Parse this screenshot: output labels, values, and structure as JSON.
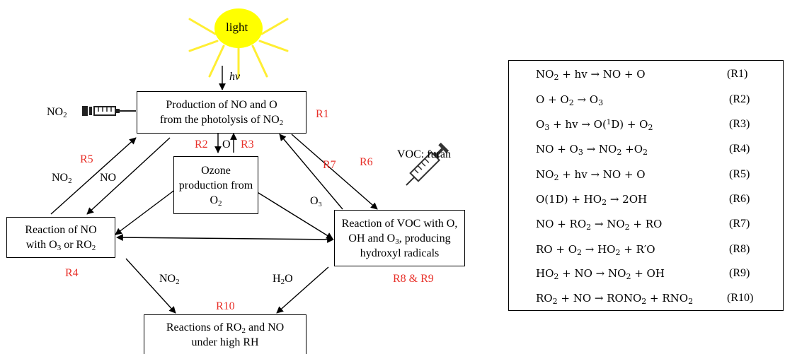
{
  "sun": {
    "label": "light"
  },
  "arrows": {
    "hv": "hv",
    "o": "O",
    "o3": "O₃"
  },
  "boxes": {
    "photolysis": {
      "line1": "Production of NO and O",
      "line2_pre": "from the photolysis of  NO",
      "line2_sub": "2"
    },
    "ozone": {
      "line1": "Ozone",
      "line2": "production from",
      "line3": "O",
      "line3_sub": "2"
    },
    "no_reaction": {
      "line1": "Reaction of NO",
      "line2_pre": "with O",
      "line2_sub1": "3",
      "line2_mid": " or RO",
      "line2_sub2": "2"
    },
    "voc_reaction": {
      "line1": "Reaction of VOC with O,",
      "line2_pre": "OH and O",
      "line2_sub": "3",
      "line2_post": ", producing",
      "line3": "hydroxyl radicals"
    },
    "high_rh": {
      "line1_pre": "Reactions of RO",
      "line1_sub": "2",
      "line1_post": " and NO",
      "line2": "under high RH"
    }
  },
  "labels": {
    "no2_source": {
      "pre": "NO",
      "sub": "2"
    },
    "voc_source": "VOC: furan",
    "no2_left": {
      "pre": "NO",
      "sub": "2"
    },
    "no_left": "NO",
    "no2_down": {
      "pre": "NO",
      "sub": "2"
    },
    "h2o_down": {
      "pre": "H",
      "sub": "2",
      "post": "O"
    }
  },
  "reaction_tags": [
    "R1",
    "R2",
    "R3",
    "R4",
    "R5",
    "R6",
    "R7",
    "R8 & R9",
    "R10"
  ],
  "colors": {
    "tag_red": "#e8312a",
    "sun_yellow": "#ffff00",
    "ray_yellow": "#ffee33"
  },
  "reactions": [
    {
      "id": "(R1)",
      "parts": [
        [
          "NO"
        ],
        [
          "2",
          "sub"
        ],
        [
          " + hv → NO + O"
        ]
      ]
    },
    {
      "id": "(R2)",
      "parts": [
        [
          "O + O"
        ],
        [
          "2",
          "sub"
        ],
        [
          " → O"
        ],
        [
          "3",
          "sub"
        ]
      ]
    },
    {
      "id": "(R3)",
      "parts": [
        [
          "O"
        ],
        [
          "3",
          "sub"
        ],
        [
          " + hv → O("
        ],
        [
          "1",
          "sup"
        ],
        [
          "D) + O"
        ],
        [
          "2",
          "sub"
        ]
      ]
    },
    {
      "id": "(R4)",
      "parts": [
        [
          "NO + O"
        ],
        [
          "3",
          "sub"
        ],
        [
          " → NO"
        ],
        [
          "2",
          "sub"
        ],
        [
          " +O"
        ],
        [
          "2",
          "sub"
        ]
      ]
    },
    {
      "id": "(R5)",
      "parts": [
        [
          "NO"
        ],
        [
          "2",
          "sub"
        ],
        [
          " + hv → NO + O"
        ]
      ]
    },
    {
      "id": "(R6)",
      "parts": [
        [
          "O(1D) + HO"
        ],
        [
          "2",
          "sub"
        ],
        [
          " → 2OH"
        ]
      ]
    },
    {
      "id": "(R7)",
      "parts": [
        [
          "NO + RO"
        ],
        [
          "2",
          "sub"
        ],
        [
          " → NO"
        ],
        [
          "2",
          "sub"
        ],
        [
          " + RO"
        ]
      ]
    },
    {
      "id": "(R8)",
      "parts": [
        [
          "RO + O"
        ],
        [
          "2",
          "sub"
        ],
        [
          " → HO"
        ],
        [
          "2",
          "sub"
        ],
        [
          " + R′O"
        ]
      ]
    },
    {
      "id": "(R9)",
      "parts": [
        [
          "HO"
        ],
        [
          "2",
          "sub"
        ],
        [
          " + NO → NO"
        ],
        [
          "2",
          "sub"
        ],
        [
          " + OH"
        ]
      ]
    },
    {
      "id": "(R10)",
      "parts": [
        [
          "RO"
        ],
        [
          "2",
          "sub"
        ],
        [
          " + NO → RONO"
        ],
        [
          "2",
          "sub"
        ],
        [
          " + RNO"
        ],
        [
          "2",
          "sub"
        ]
      ]
    }
  ]
}
